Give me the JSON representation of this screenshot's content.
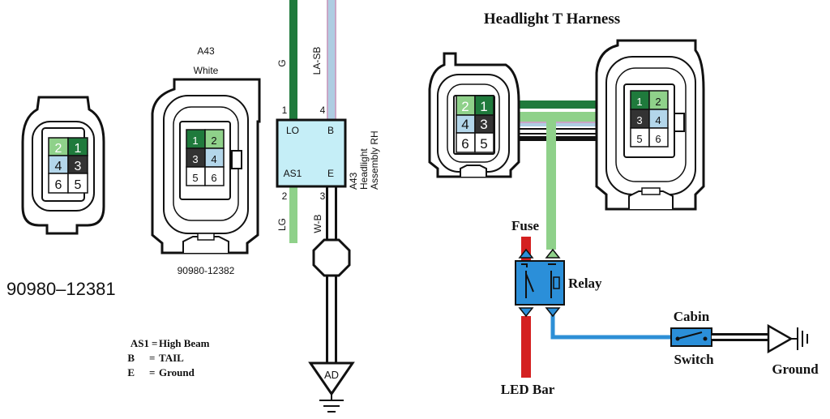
{
  "title": "Headlight T Harness",
  "connectors": {
    "left_part_number": "90980–12381",
    "left_pins": [
      "2",
      "1",
      "4",
      "3",
      "6",
      "5"
    ],
    "mid_code": "A43",
    "mid_color": "White",
    "mid_pins": [
      "1",
      "2",
      "3",
      "4",
      "5",
      "6"
    ],
    "mid_part_number": "90980-12382",
    "harness_left_pins": [
      "2",
      "1",
      "4",
      "3",
      "6",
      "5"
    ],
    "harness_right_pins": [
      "1",
      "2",
      "3",
      "4",
      "5",
      "6"
    ]
  },
  "assembly": {
    "label_lo": "LO",
    "label_b": "B",
    "label_as1": "AS1",
    "label_e": "E",
    "pin_1": "1",
    "pin_4": "4",
    "pin_2": "2",
    "pin_3": "3",
    "wire_g": "G",
    "wire_la_sb": "LA-SB",
    "wire_lg": "LG",
    "wire_w_b": "W-B",
    "side_line1": "A43",
    "side_line2": "Headlight",
    "side_line3": "Assembly  RH",
    "ground_label": "AD"
  },
  "legend": [
    {
      "key": "AS1",
      "eq": "=",
      "value": "High Beam"
    },
    {
      "key": "B",
      "eq": "=",
      "value": "TAIL"
    },
    {
      "key": "E",
      "eq": "=",
      "value": "Ground"
    }
  ],
  "labels": {
    "fuse": "Fuse",
    "relay": "Relay",
    "cabin": "Cabin",
    "switch": "Switch",
    "ground": "Ground",
    "led_bar": "LED Bar"
  },
  "colors": {
    "dark_green": "#1f7a3c",
    "light_green": "#8fd18a",
    "light_blue": "#b3d6ea",
    "dark_gray": "#333333",
    "assembly_fill": "#c5eef7",
    "relay_blue": "#2b8fd9",
    "fuse_red": "#d42020",
    "wire_blue": "#2d8fd6"
  }
}
